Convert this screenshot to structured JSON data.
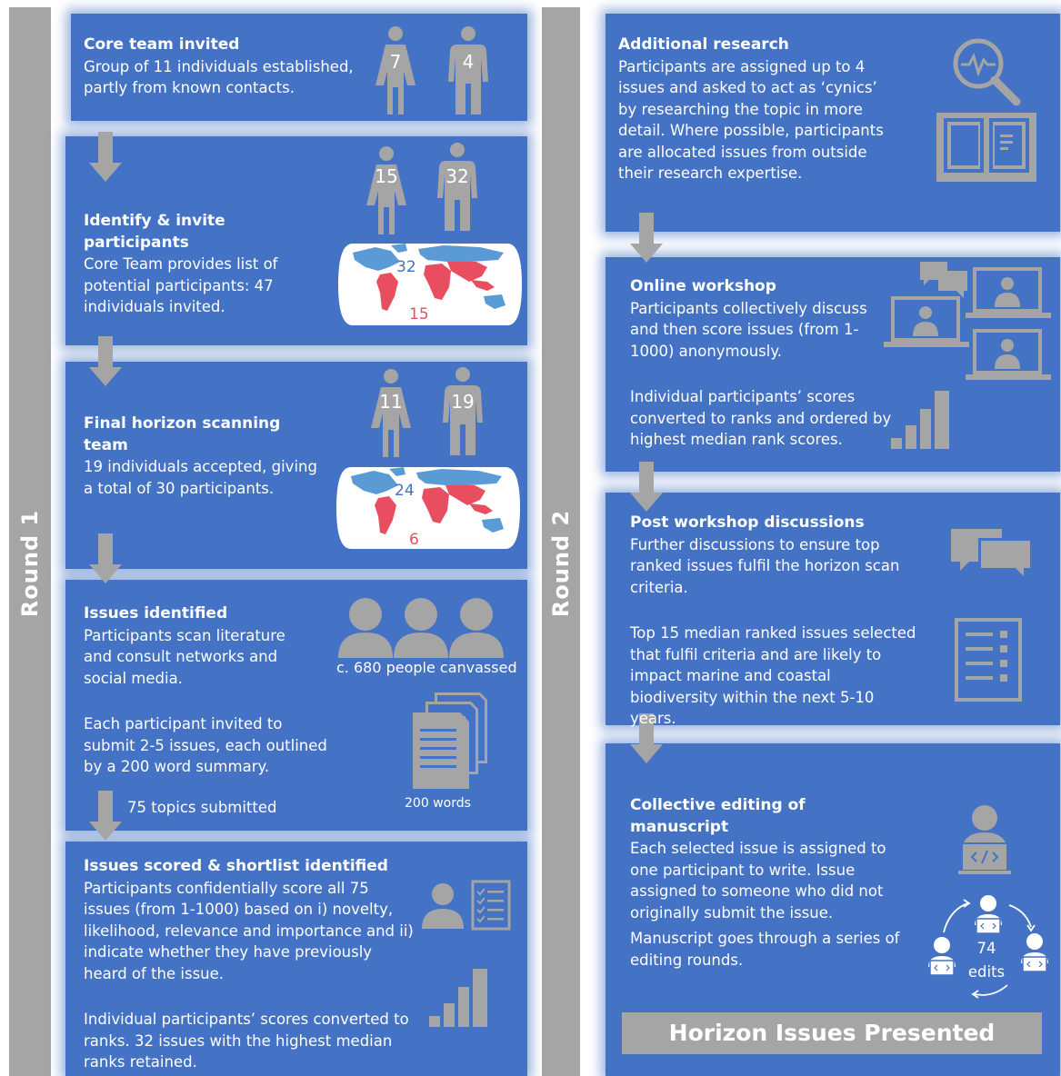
{
  "round1": {
    "label": "Round 1"
  },
  "round2": {
    "label": "Round 2"
  },
  "steps_r1": [
    {
      "title": "Core team invited",
      "body": "Group of 11 individuals established, partly from known contacts.",
      "female": "7",
      "male": "4"
    },
    {
      "title": "Identify & invite participants",
      "body": "Core Team provides list of potential participants: 47 individuals invited.",
      "female": "15",
      "male": "32",
      "map_north": "32",
      "map_south": "15"
    },
    {
      "title": "Final horizon scanning team",
      "body": "19 individuals accepted, giving a total of 30 participants.",
      "female": "11",
      "male": "19",
      "map_north": "24",
      "map_south": "6"
    },
    {
      "title": "Issues identified",
      "body": "Participants scan literature and consult networks and social media.",
      "body2": "Each participant invited to submit 2-5 issues, each outlined by a 200 word summary.",
      "canvassed": "c. 680 people canvassed",
      "words": "200 words",
      "arrow_note": "75 topics submitted"
    },
    {
      "title": "Issues scored & shortlist identified",
      "body": "Participants confidentially score all 75 issues (from 1-1000) based on i) novelty, likelihood, relevance and importance and ii) indicate whether they have previously heard of the issue.",
      "body2": "Individual participants’ scores converted to ranks. 32 issues with the highest median ranks retained."
    }
  ],
  "steps_r2": [
    {
      "title": "Additional research",
      "body": "Participants are assigned up to 4 issues and asked to act as ‘cynics’ by researching the topic in more detail. Where possible, participants are allocated issues from outside their research expertise."
    },
    {
      "title": "Online workshop",
      "body": "Participants collectively discuss and then score issues (from 1-1000) anonymously.",
      "body2": "Individual participants’ scores converted to ranks and ordered by highest median rank scores."
    },
    {
      "title": "Post workshop discussions",
      "body": "Further discussions to ensure top ranked issues fulfil the horizon scan criteria.",
      "body2": "Top 15 median ranked issues selected that fulfil criteria and are likely to impact marine and coastal biodiversity within the next 5-10 years."
    },
    {
      "title": "Collective editing of manuscript",
      "body": "Each selected issue is assigned to one participant to write. Issue assigned to someone who did not originally submit the issue.",
      "body2": "Manuscript goes through a series of editing rounds.",
      "edits_num": "74",
      "edits_label": "edits"
    }
  ],
  "banner": "Horizon Issues Presented",
  "colors": {
    "panel": "#4472c4",
    "grey": "#a5a5a5",
    "map_north": "#5b9bd5",
    "map_south": "#e84e5f",
    "map_ocean": "#ffffff"
  }
}
